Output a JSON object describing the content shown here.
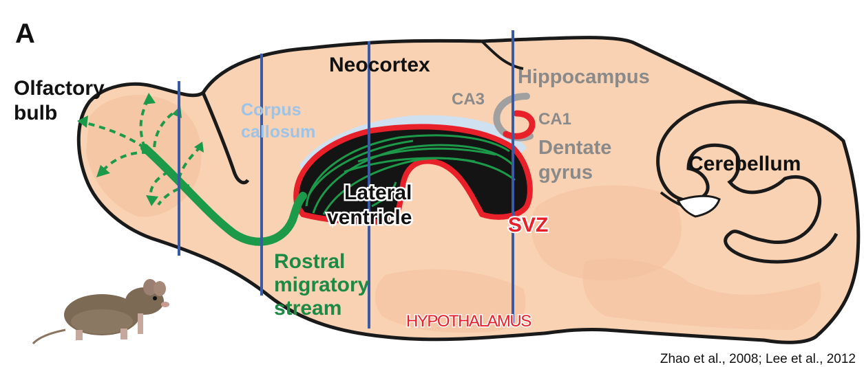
{
  "panel_label": "A",
  "labels": {
    "olfactory_line1": "Olfactory",
    "olfactory_line2": "bulb",
    "neocortex": "Neocortex",
    "hippocampus": "Hippocampus",
    "ca3": "CA3",
    "ca1": "CA1",
    "dentate_line1": "Dentate",
    "dentate_line2": "gyrus",
    "corpus_line1": "Corpus",
    "corpus_line2": "callosum",
    "cerebellum": "Cerebellum",
    "lateral_line1": "Lateral",
    "lateral_line2": "ventricle",
    "svz": "SVZ",
    "rostral_line1": "Rostral",
    "rostral_line2": "migratory",
    "rostral_line3": "stream",
    "hypothalamus": "HYPOTHALAMUS"
  },
  "citation": "Zhao et al., 2008; Lee et al., 2012",
  "colors": {
    "brain_fill": "#f9d2b3",
    "brain_inner": "#f4c29f",
    "outline": "#1a1a1a",
    "section_lines": "#3b5aa6",
    "migratory_stream": "#1c9a4a",
    "svz": "#e8202a",
    "ventricle": "#141414",
    "corpus_callosum": "#cfe0f0",
    "hippocampus": "#a0a0a0"
  }
}
